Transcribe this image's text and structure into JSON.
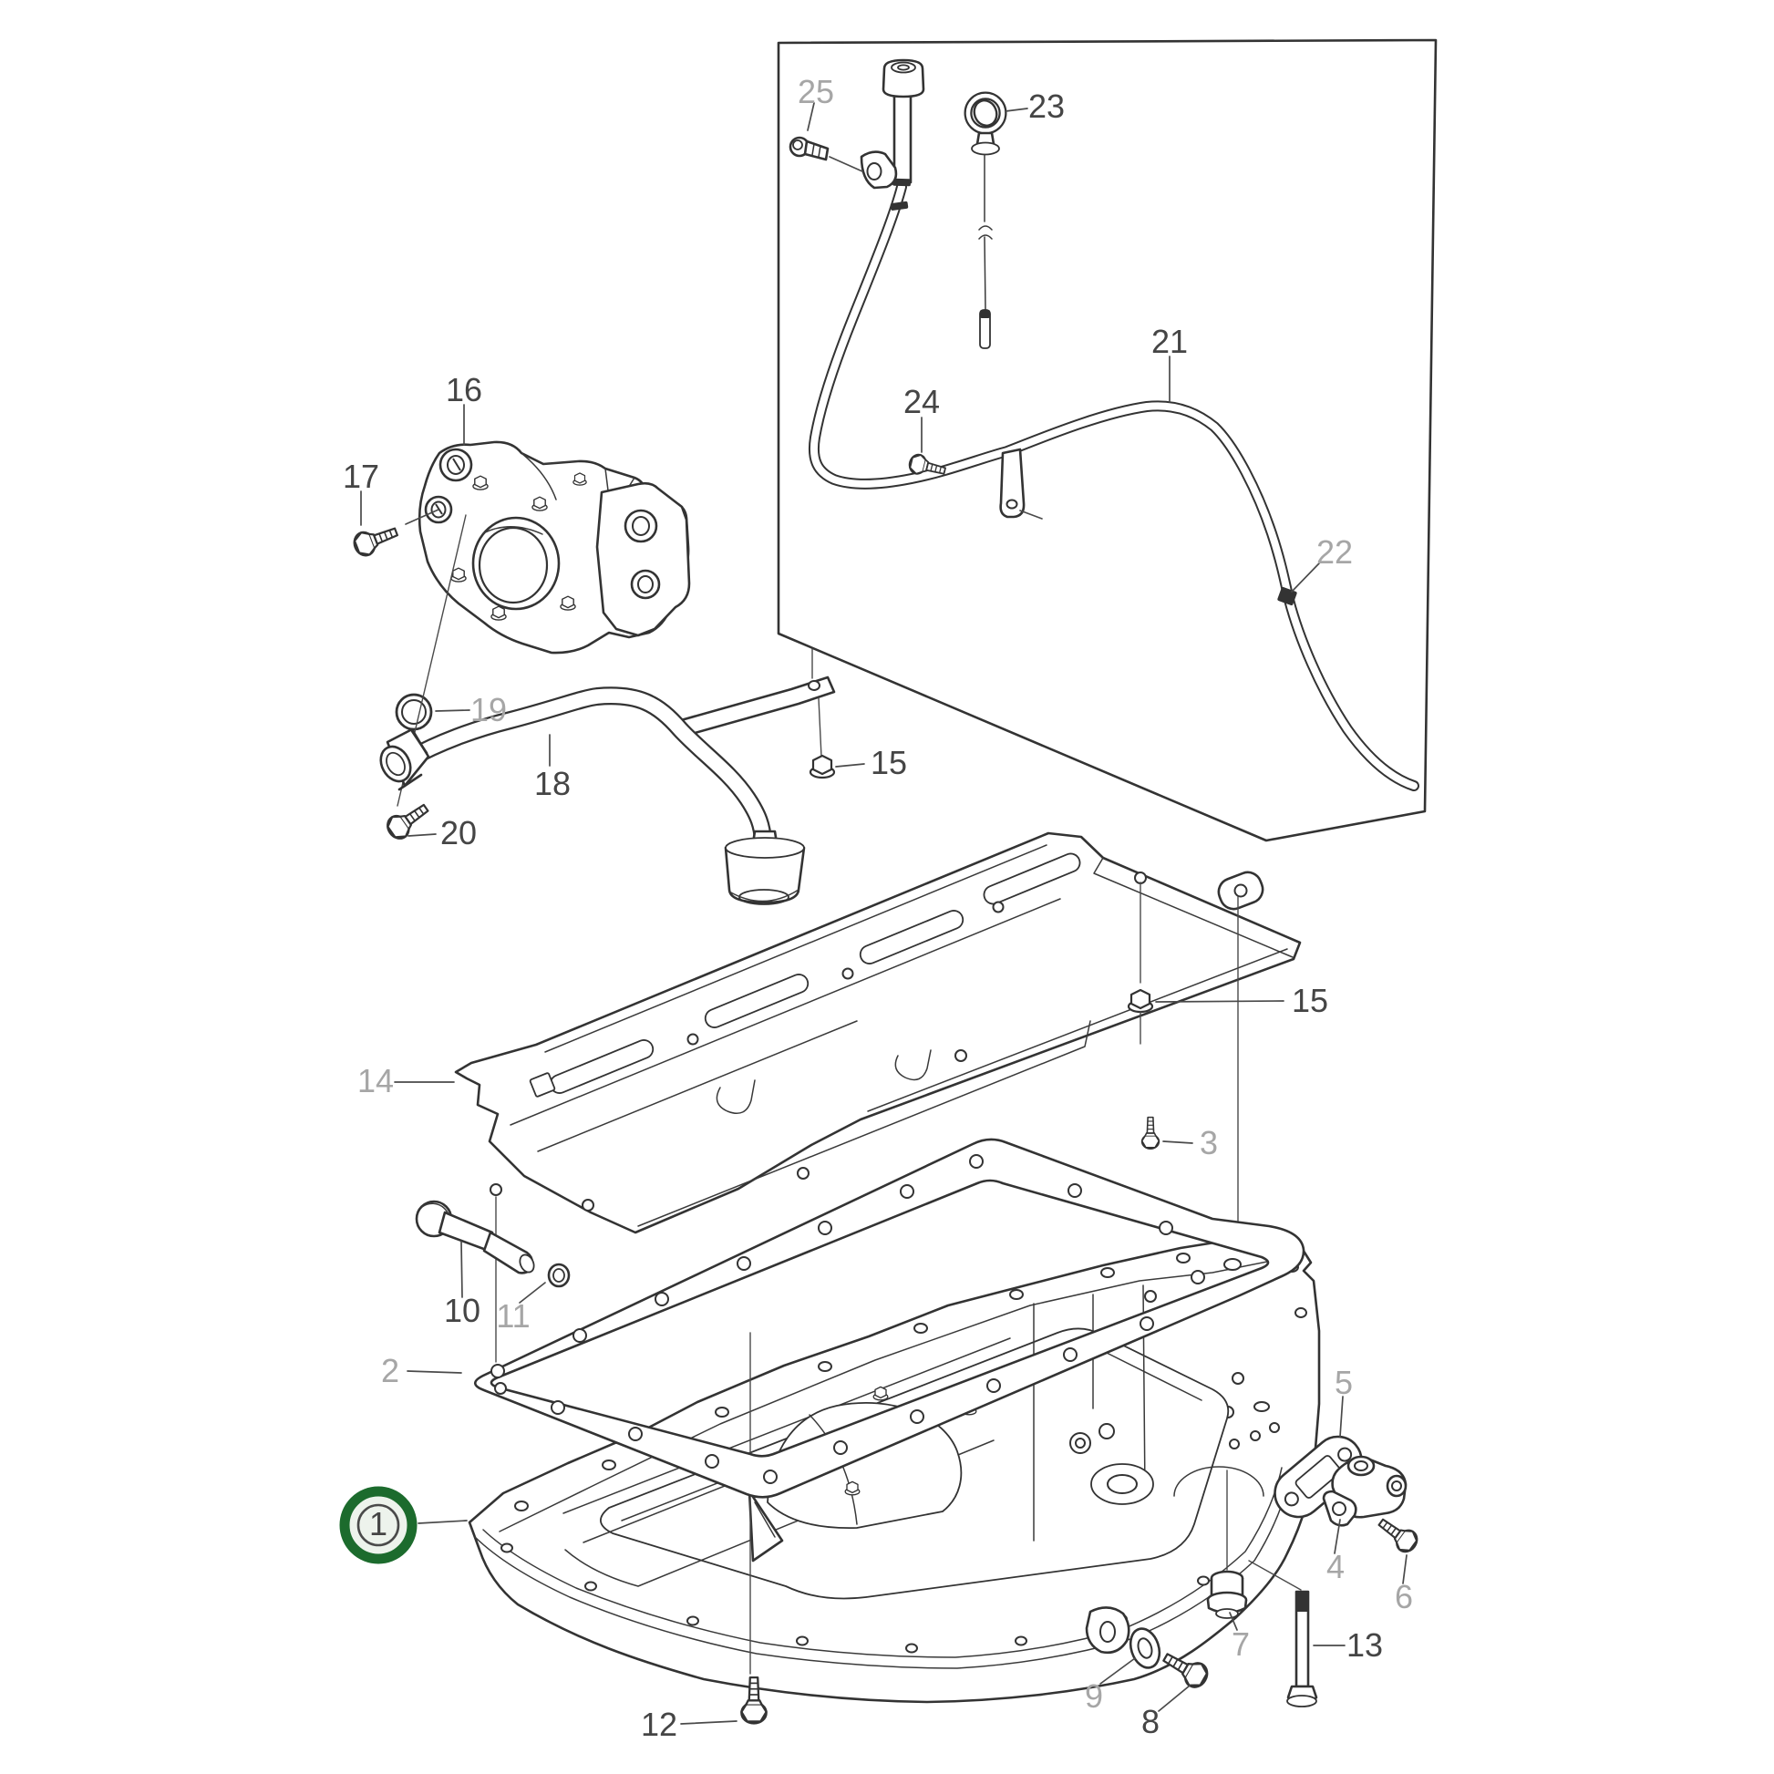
{
  "diagram": {
    "type": "exploded-parts-diagram",
    "subject": "engine oil pan, gasket and oil pump assembly",
    "background_color": "#ffffff",
    "line_color": "#333333",
    "label_color_dark": "#454545",
    "label_color_light": "#a6a6a6",
    "highlight": {
      "label": "1",
      "ring_color": "#1c6b2d",
      "fill_color": "#edf3ec",
      "inner_ring_color": "#4a4a4a"
    },
    "callouts": [
      {
        "id": 1,
        "label": "1",
        "tone": "dark",
        "highlighted": true
      },
      {
        "id": 2,
        "label": "2",
        "tone": "light",
        "highlighted": false
      },
      {
        "id": 3,
        "label": "3",
        "tone": "light",
        "highlighted": false
      },
      {
        "id": 4,
        "label": "4",
        "tone": "light",
        "highlighted": false
      },
      {
        "id": 5,
        "label": "5",
        "tone": "light",
        "highlighted": false
      },
      {
        "id": 6,
        "label": "6",
        "tone": "light",
        "highlighted": false
      },
      {
        "id": 7,
        "label": "7",
        "tone": "light",
        "highlighted": false
      },
      {
        "id": 8,
        "label": "8",
        "tone": "dark",
        "highlighted": false
      },
      {
        "id": 9,
        "label": "9",
        "tone": "light",
        "highlighted": false
      },
      {
        "id": 10,
        "label": "10",
        "tone": "dark",
        "highlighted": false
      },
      {
        "id": 11,
        "label": "11",
        "tone": "light",
        "highlighted": false
      },
      {
        "id": 12,
        "label": "12",
        "tone": "dark",
        "highlighted": false
      },
      {
        "id": 13,
        "label": "13",
        "tone": "dark",
        "highlighted": false
      },
      {
        "id": 14,
        "label": "14",
        "tone": "light",
        "highlighted": false
      },
      {
        "id": 15,
        "label": "15",
        "tone": "dark",
        "highlighted": false
      },
      {
        "id": 16,
        "label": "16",
        "tone": "dark",
        "highlighted": false
      },
      {
        "id": 17,
        "label": "17",
        "tone": "dark",
        "highlighted": false
      },
      {
        "id": 18,
        "label": "18",
        "tone": "dark",
        "highlighted": false
      },
      {
        "id": 19,
        "label": "19",
        "tone": "light",
        "highlighted": false
      },
      {
        "id": 20,
        "label": "20",
        "tone": "dark",
        "highlighted": false
      },
      {
        "id": 21,
        "label": "21",
        "tone": "dark",
        "highlighted": false
      },
      {
        "id": 22,
        "label": "22",
        "tone": "light",
        "highlighted": false
      },
      {
        "id": 23,
        "label": "23",
        "tone": "dark",
        "highlighted": false
      },
      {
        "id": 24,
        "label": "24",
        "tone": "dark",
        "highlighted": false
      },
      {
        "id": 25,
        "label": "25",
        "tone": "light",
        "highlighted": false
      },
      {
        "id": 15,
        "label": "15",
        "tone": "dark",
        "highlighted": false
      }
    ]
  }
}
